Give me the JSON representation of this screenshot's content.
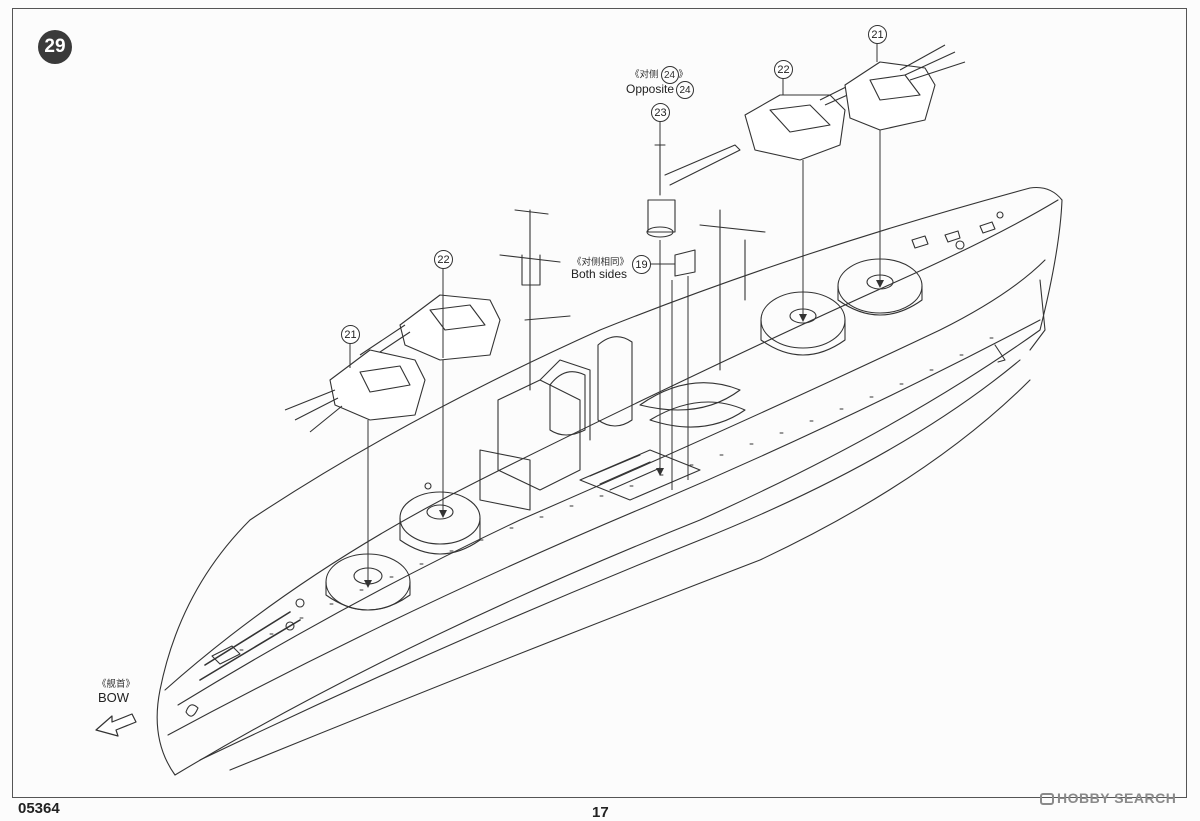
{
  "step": {
    "number": "29"
  },
  "labels": {
    "bow_cn": "《舰首》",
    "bow": "BOW",
    "opposite_cn": "《对侧",
    "opposite": "Opposite",
    "both_sides_cn": "《对侧相同》",
    "both_sides": "Both sides"
  },
  "callouts": {
    "c21_left": "21",
    "c22_left": "22",
    "c21_right": "21",
    "c22_right": "22",
    "c23": "23",
    "c24_cn": "24",
    "c24_en": "24",
    "c19": "19"
  },
  "footer": {
    "code": "05364",
    "page": "17"
  },
  "watermark": {
    "text": "HOBBY SEARCH"
  },
  "colors": {
    "line": "#333333",
    "paper": "#fcfcfc"
  }
}
